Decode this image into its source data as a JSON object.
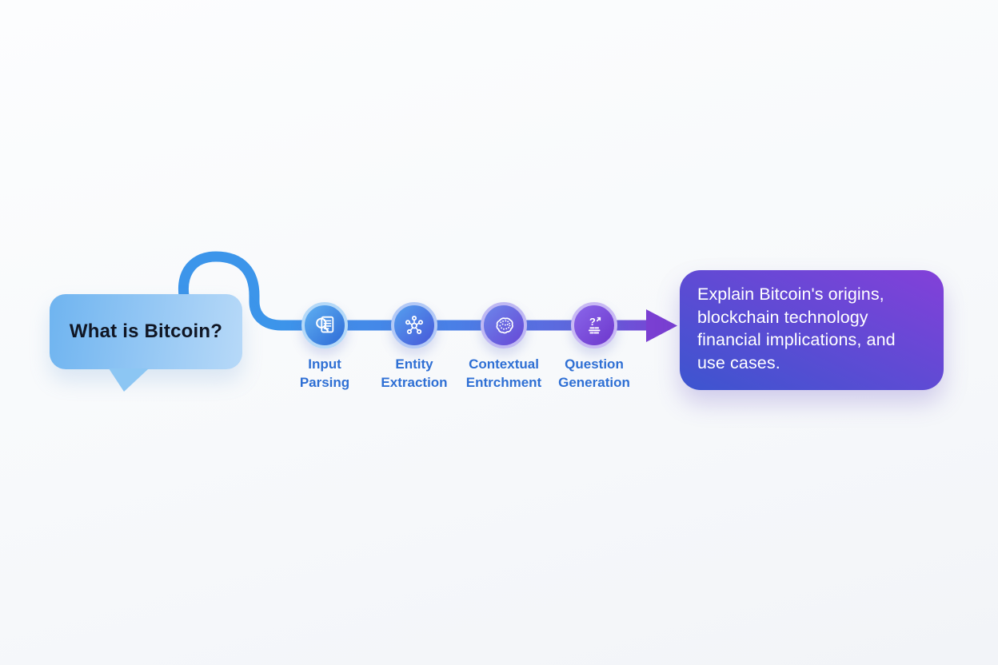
{
  "diagram": {
    "input_bubble": {
      "text": "What is Bitcoin?"
    },
    "pipeline": {
      "steps": [
        {
          "icon": "document-search-icon",
          "label_line1": "Input",
          "label_line2": "Parsing"
        },
        {
          "icon": "network-nodes-icon",
          "label_line1": "Entity",
          "label_line2": "Extraction"
        },
        {
          "icon": "brain-icon",
          "label_line1": "Contextual",
          "label_line2": "Entrchment"
        },
        {
          "icon": "question-list-icon",
          "label_line1": "Question",
          "label_line2": "Generation"
        }
      ]
    },
    "output_box": {
      "lines": [
        "Explain Bitcoin's origins,",
        "blockchain technology",
        "financial implications, and",
        "use cases."
      ]
    },
    "colors": {
      "bubble_start": "#6fb4f0",
      "bubble_end": "#b7d9f8",
      "bubble_tail": "#8cc6f3",
      "bubble_text": "#101624",
      "flow_start": "#3c95ea",
      "flow_mid": "#5f66dd",
      "flow_end": "#7a3fd2",
      "label_text": "#2e6fd4",
      "box_start": "#3c55cf",
      "box_end": "#8340d9",
      "box_text": "#ffffff",
      "step1_a": "#5fb0f2",
      "step1_b": "#2e6ad6",
      "step1_ring": "#b5d9f8",
      "step2_a": "#55a0ef",
      "step2_b": "#4657d8",
      "step2_ring": "#b3c9f6",
      "step3_a": "#6c86ea",
      "step3_b": "#6747d6",
      "step3_ring": "#bfb8f3",
      "step4_a": "#8a67ea",
      "step4_b": "#6d36cc",
      "step4_ring": "#c8b9f4"
    }
  }
}
